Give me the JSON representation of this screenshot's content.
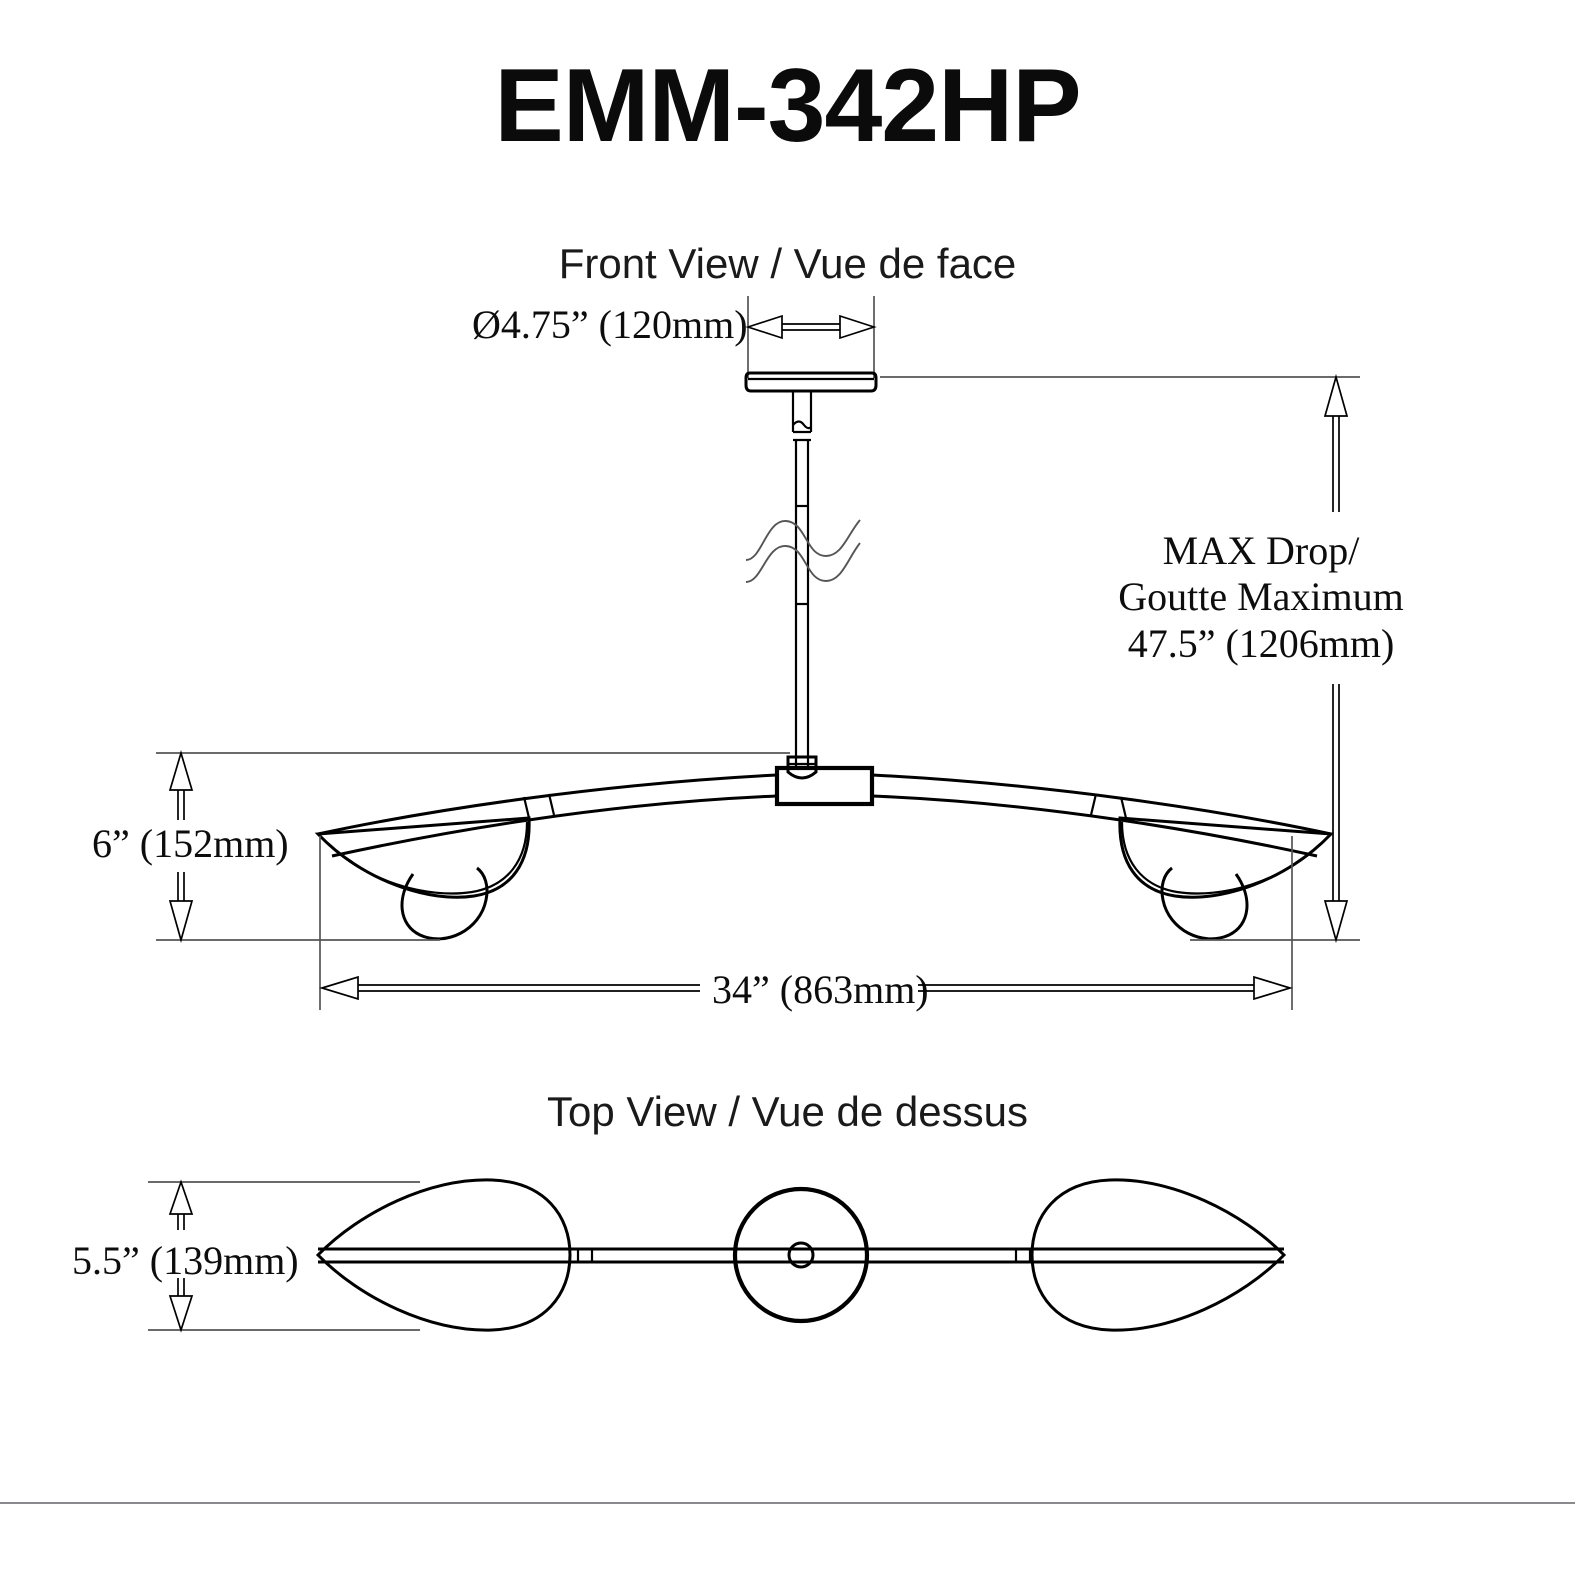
{
  "document": {
    "title": "EMM-342HP",
    "product_type": "linear pendant / chandelier specification drawing"
  },
  "views": {
    "front": {
      "label": "Front View / Vue de face"
    },
    "top": {
      "label": "Top View / Vue de dessus"
    }
  },
  "dimensions": {
    "canopy_diameter": "Ø4.75” (120mm)",
    "fixture_height": "6” (152mm)",
    "max_drop_line1": "MAX Drop/",
    "max_drop_line2": "Goutte Maximum",
    "max_drop_line3": "47.5” (1206mm)",
    "overall_width": "34” (863mm)",
    "overall_depth": "5.5” (139mm)"
  },
  "colors": {
    "line": "#000000",
    "extension_line": "#555555",
    "text": "#0d0d0d",
    "footer_rule": "#8a8a8e",
    "background": "#ffffff"
  }
}
